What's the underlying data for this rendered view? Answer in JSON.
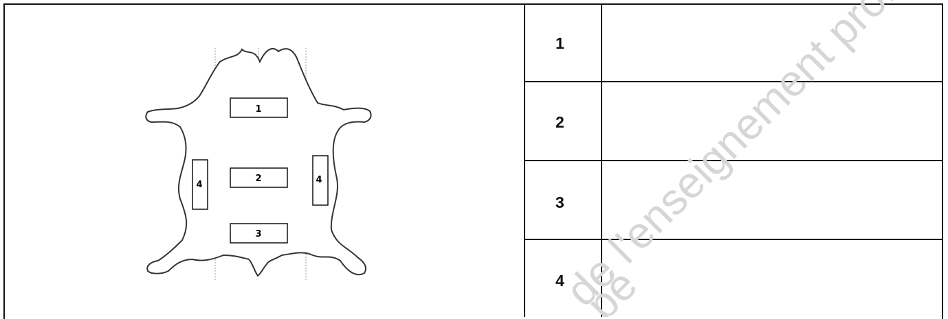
{
  "diagram": {
    "zones": [
      "1",
      "2",
      "3",
      "4",
      "4"
    ]
  },
  "table": {
    "rows": [
      {
        "number": "1",
        "answer": ""
      },
      {
        "number": "2",
        "answer": ""
      },
      {
        "number": "3",
        "answer": ""
      },
      {
        "number": "4",
        "answer": ""
      }
    ]
  },
  "watermark": {
    "line1": "de l'enseignement profe",
    "line2": "pé"
  }
}
